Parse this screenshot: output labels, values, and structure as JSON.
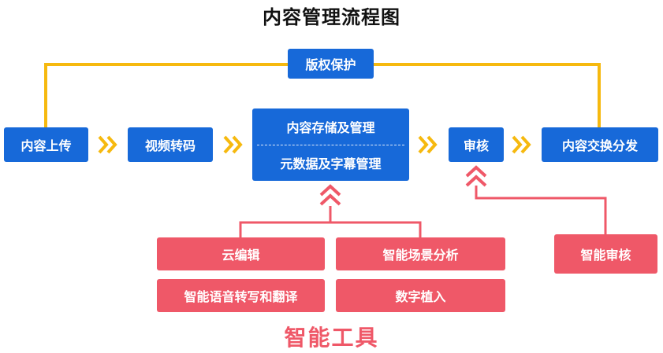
{
  "title": "内容管理流程图",
  "colors": {
    "blue": "#1769d9",
    "red": "#ef5868",
    "yellow": "#f6b90f"
  },
  "flow": {
    "top": "版权保护",
    "upload": "内容上传",
    "transcode": "视频转码",
    "storage": "内容存储及管理",
    "metadata": "元数据及字幕管理",
    "review": "审核",
    "exchange": "内容交换分发"
  },
  "tools": {
    "cloud_edit": "云编辑",
    "scene_analysis": "智能场景分析",
    "speech": "智能语音转写和翻译",
    "digital_insert": "数字植入",
    "smart_review": "智能审核",
    "label": "智能工具"
  },
  "icons": {
    "flow_arrow": "double-chevron-right-icon",
    "up_arrow": "double-chevron-up-icon"
  }
}
